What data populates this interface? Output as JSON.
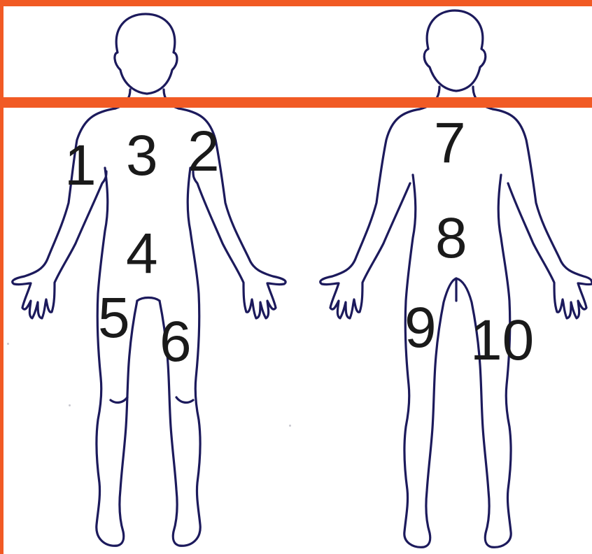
{
  "colors": {
    "frame": "#f15a24",
    "outline": "#1c1a5c",
    "label": "#1a1a1a"
  },
  "labels": {
    "front": [
      "1",
      "3",
      "2",
      "4",
      "5",
      "6"
    ],
    "back": [
      "7",
      "8",
      "9",
      "10"
    ]
  }
}
